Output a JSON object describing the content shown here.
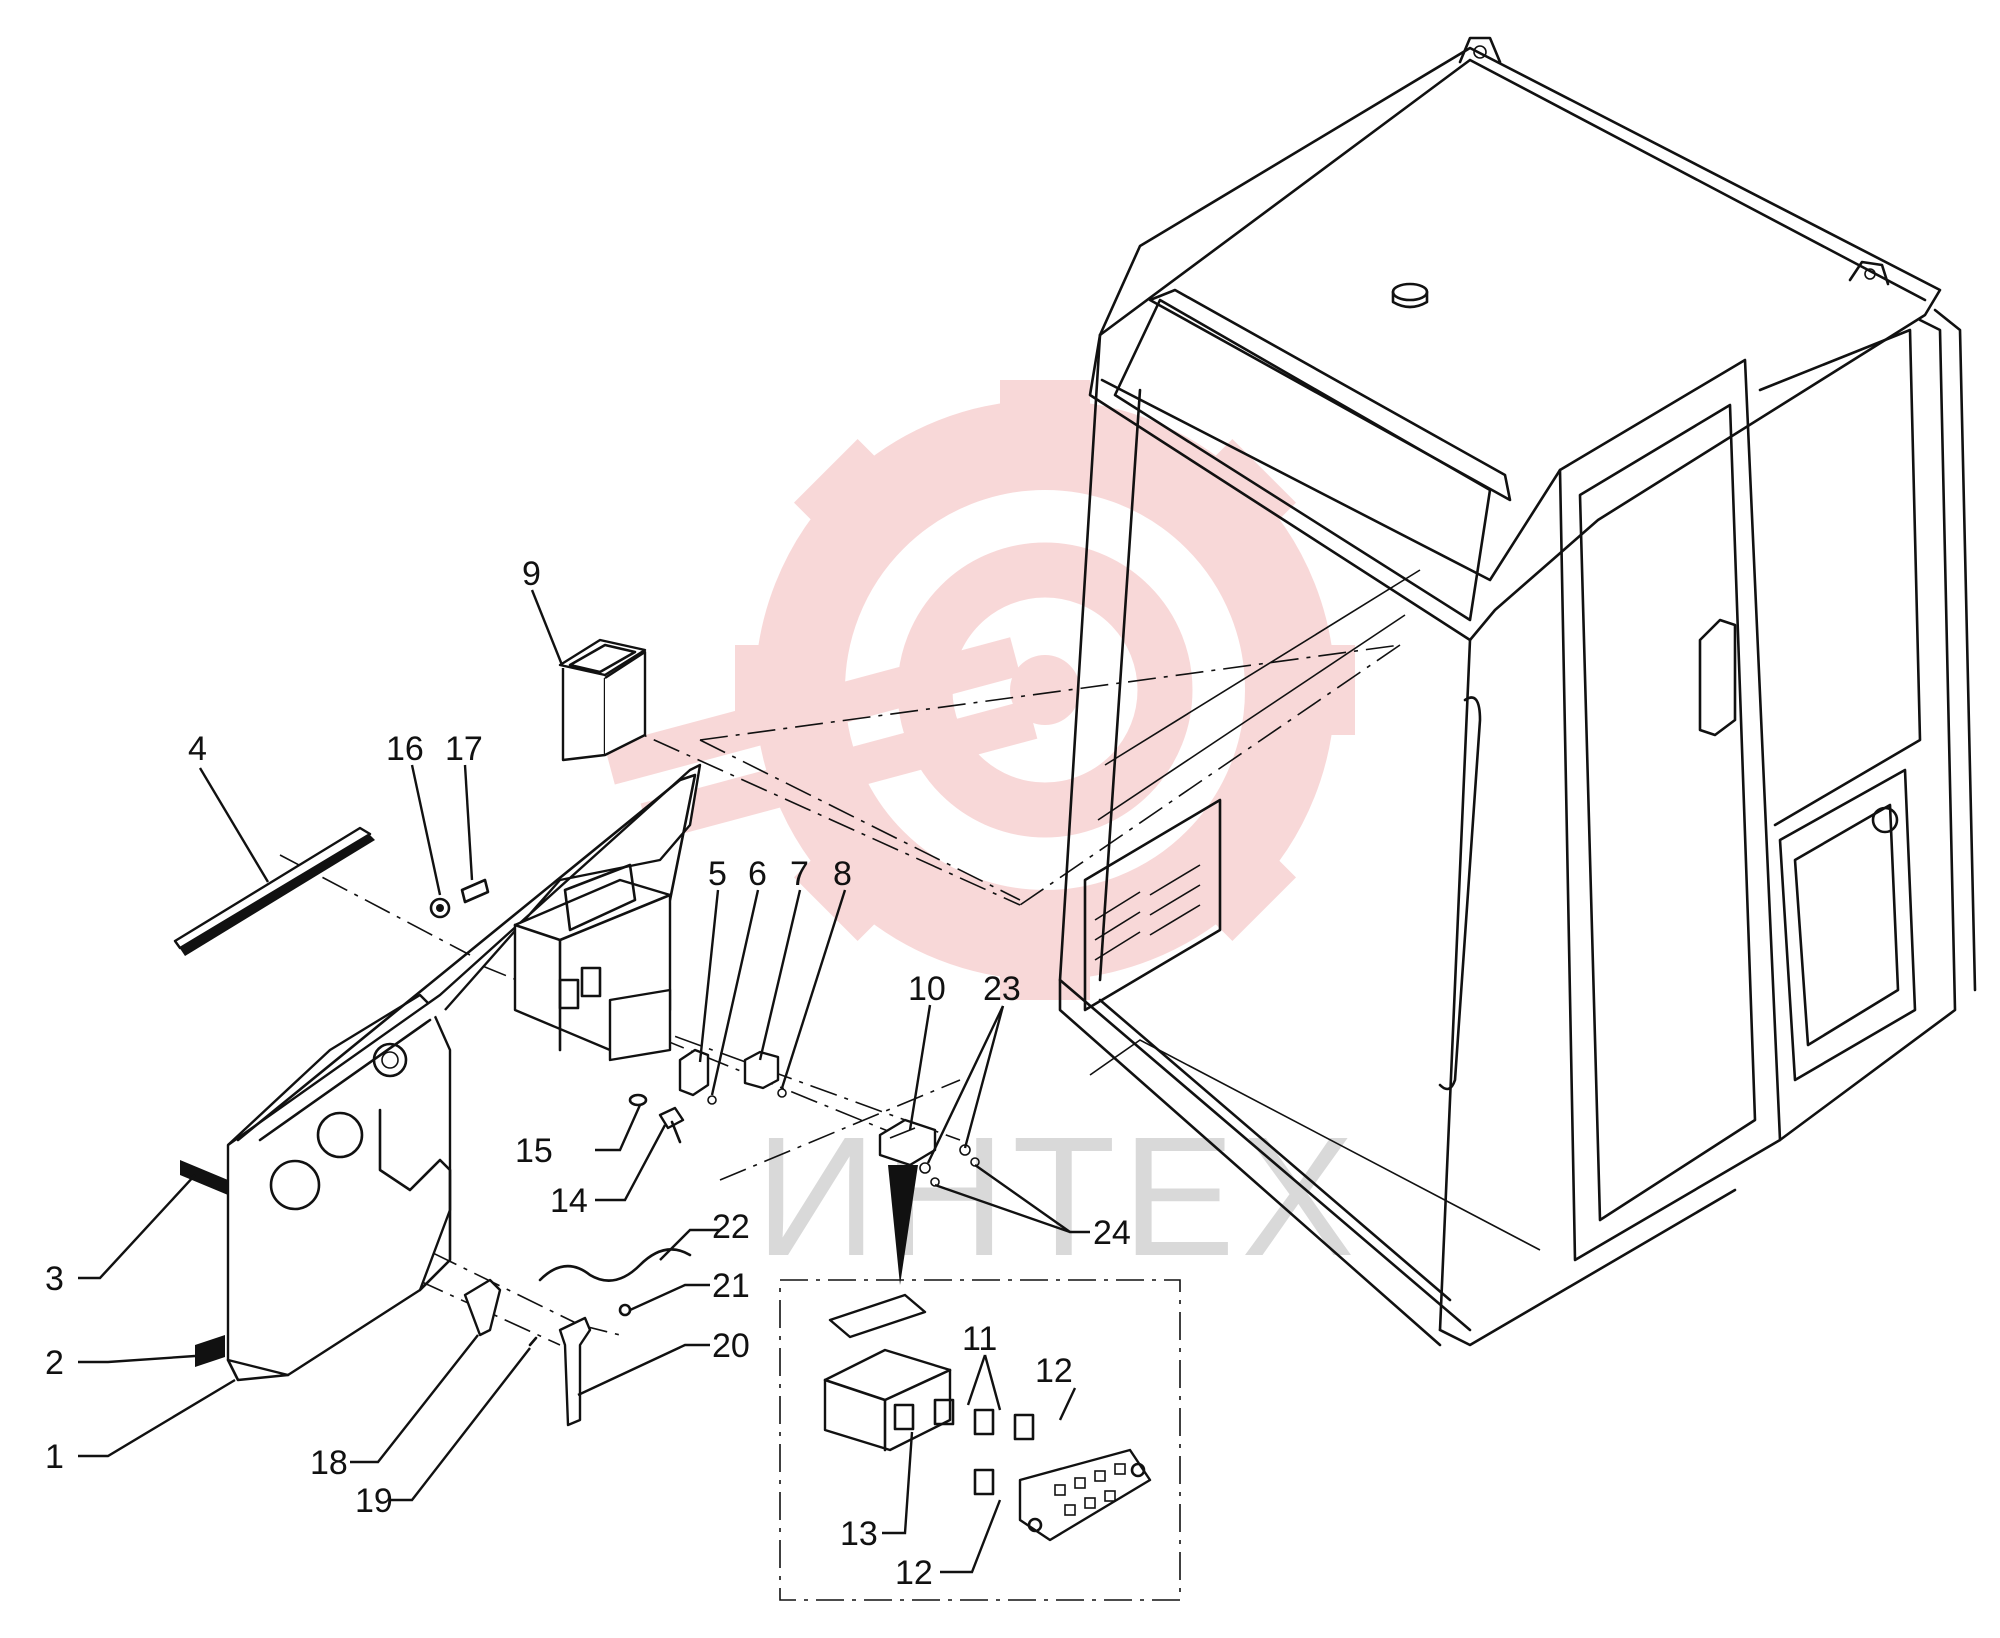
{
  "watermark": {
    "text": "ИНТЕХ",
    "gear_color": "#f6c8c8"
  },
  "callouts": [
    {
      "id": "c1",
      "text": "1"
    },
    {
      "id": "c2",
      "text": "2"
    },
    {
      "id": "c3",
      "text": "3"
    },
    {
      "id": "c4",
      "text": "4"
    },
    {
      "id": "c5",
      "text": "5"
    },
    {
      "id": "c6",
      "text": "6"
    },
    {
      "id": "c7",
      "text": "7"
    },
    {
      "id": "c8",
      "text": "8"
    },
    {
      "id": "c9",
      "text": "9"
    },
    {
      "id": "c10",
      "text": "10"
    },
    {
      "id": "c11",
      "text": "11"
    },
    {
      "id": "c12a",
      "text": "12"
    },
    {
      "id": "c12b",
      "text": "12"
    },
    {
      "id": "c13",
      "text": "13"
    },
    {
      "id": "c14",
      "text": "14"
    },
    {
      "id": "c15",
      "text": "15"
    },
    {
      "id": "c16",
      "text": "16"
    },
    {
      "id": "c17",
      "text": "17"
    },
    {
      "id": "c18",
      "text": "18"
    },
    {
      "id": "c19",
      "text": "19"
    },
    {
      "id": "c20",
      "text": "20"
    },
    {
      "id": "c21",
      "text": "21"
    },
    {
      "id": "c22",
      "text": "22"
    },
    {
      "id": "c23",
      "text": "23"
    },
    {
      "id": "c24",
      "text": "24"
    }
  ]
}
